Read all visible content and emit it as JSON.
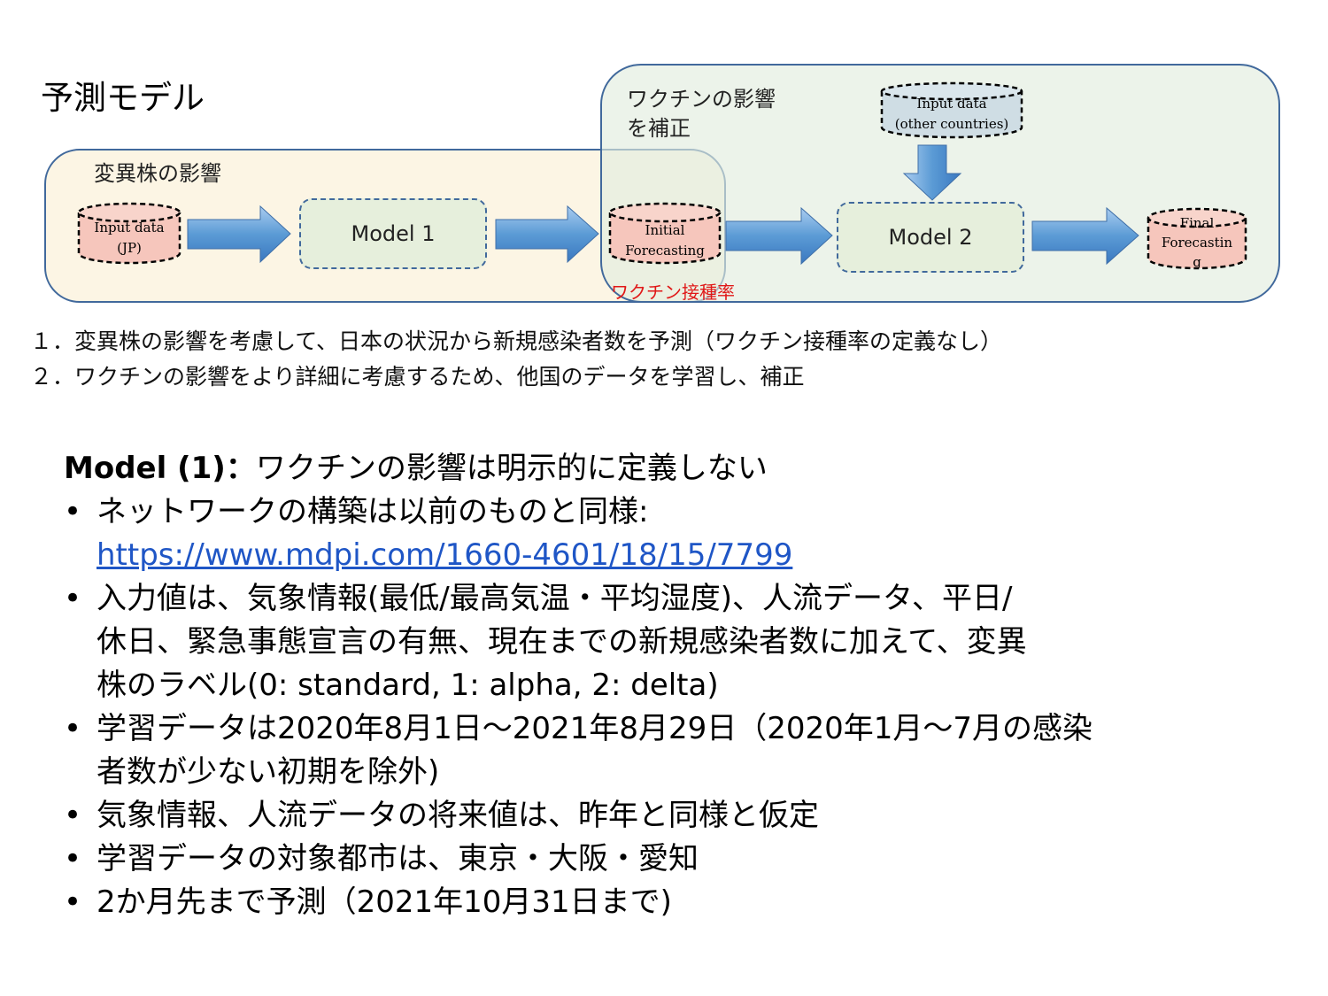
{
  "diagram": {
    "title": "予測モデル",
    "variant_region_title": "変異株の影響",
    "vaccine_region_title_line1": "ワクチンの影響",
    "vaccine_region_title_line2": "を補正",
    "input_jp_line1": "Input data",
    "input_jp_line2": "(JP)",
    "model1": "Model 1",
    "initial_line1": "Initial",
    "initial_line2": "Forecasting",
    "vaccine_rate": "ワクチン接種率",
    "input_other_line1": "Input data",
    "input_other_line2": "(other countries)",
    "model2": "Model 2",
    "final_line1": "Final",
    "final_line2": "Forecastin",
    "final_line3": "g"
  },
  "notes": [
    "１．変異株の影響を考慮して、日本の状況から新規感染者数を予測（ワクチン接種率の定義なし）",
    "２．ワクチンの影響をより詳細に考慮するため、他国のデータを学習し、補正"
  ],
  "details": {
    "heading_bold": "Model (1)：",
    "heading_rest": "ワクチンの影響は明示的に定義しない",
    "bullet_char": "•",
    "b1_text": "ネットワークの構築は以前のものと同様:",
    "b1_link": "https://www.mdpi.com/1660-4601/18/15/7799",
    "b2_line1": "入力値は、気象情報(最低/最高気温・平均湿度)、人流データ、平日/",
    "b2_line2": "休日、緊急事態宣言の有無、現在までの新規感染者数に加えて、変異",
    "b2_line3": "株のラベル(0: standard, 1: alpha, 2: delta)",
    "b3_line1": "学習データは2020年8月1日～2021年8月29日（2020年1月～7月の感染",
    "b3_line2": "者数が少ない初期を除外)",
    "b4": "気象情報、人流データの将来値は、昨年と同様と仮定",
    "b5": "学習データの対象都市は、東京・大阪・愛知",
    "b6": "2か月先まで予測（2021年10月31日まで)"
  },
  "colors": {
    "region_border": "#41699c",
    "region_left_fill": "#fcf5e4",
    "region_right_fill": "#e2edde",
    "model_fill": "#e6efdc",
    "cylinder_red_fill": "#f6c6bc",
    "cylinder_blue_fill": "#cfdde4",
    "arrow_fill": "#5b9bd5",
    "red_text": "#e01818",
    "link": "#1f56c6"
  }
}
